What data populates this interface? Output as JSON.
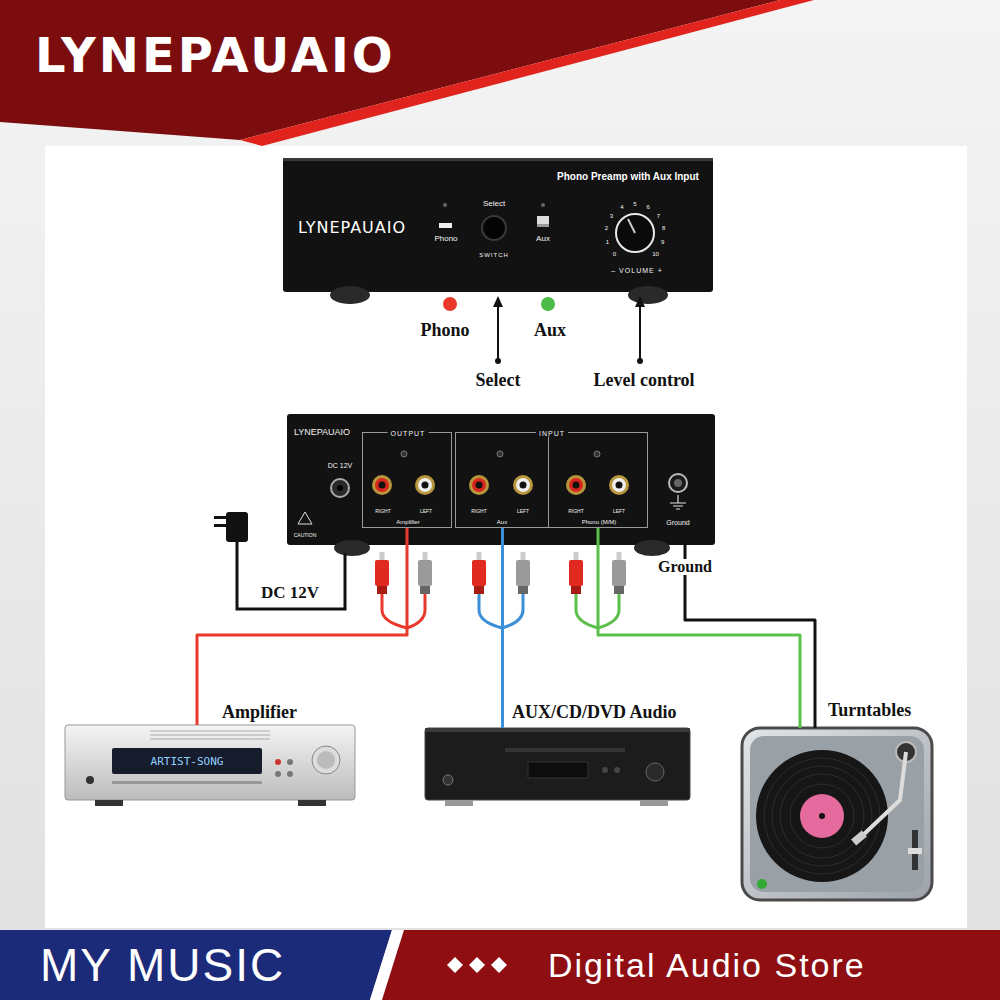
{
  "diagram": {
    "title": "LYNEPAUAIO",
    "nodes": [
      {
        "text": [
          "Phono Preamp with Aux Input",
          "LYNEPAUAIO",
          "Phono",
          "Select",
          "SWITCH",
          "Aux",
          "0",
          "1",
          "2",
          "3",
          "4",
          "5",
          "6",
          "7",
          "8",
          "9",
          "10",
          "– VOLUME +"
        ]
      },
      {
        "text": [
          "LYNEPAUAIO",
          "DC 12V",
          "CAUTION",
          "Ground"
        ]
      },
      {
        "text": [
          "OUTPUT",
          "RIGHT",
          "LEFT",
          "Amplifier"
        ],
        "in": 1
      },
      {
        "text": [
          "INPUT"
        ],
        "in": 1
      },
      {
        "text": [
          "RIGHT",
          "LEFT",
          "Aux"
        ],
        "in": 3
      },
      {
        "text": [
          "RIGHT",
          "LEFT",
          "Phono (M/M)"
        ],
        "in": 3
      },
      {
        "text": [
          "Amplifier",
          "ARTIST-SONG"
        ]
      },
      {
        "text": [
          "AUX/CD/DVD Audio"
        ]
      },
      {
        "text": [
          "Turntables"
        ]
      }
    ],
    "edges": [
      {
        "from": 2,
        "to": 6,
        "arrow": "none"
      },
      {
        "from": 4,
        "to": 7,
        "arrow": "none"
      },
      {
        "from": 5,
        "to": 8,
        "arrow": "none"
      },
      {
        "from": 1,
        "to": 8,
        "label": "Ground",
        "arrow": "none"
      }
    ],
    "labels": [
      "Phono",
      "Aux",
      "Select",
      "Level control",
      "DC 12V",
      "MY MUSIC",
      "Digital Audio Store"
    ]
  }
}
